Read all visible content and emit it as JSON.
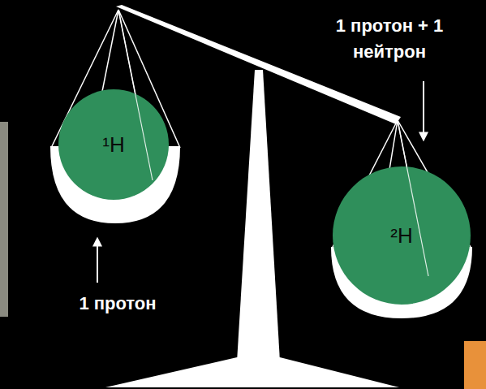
{
  "diagram": {
    "nodes": [
      {
        "text": [
          "¹H"
        ]
      },
      {
        "text": [
          "²H"
        ]
      }
    ],
    "labels": [
      "1 протон + 1 нейтрон",
      "1 протон"
    ]
  }
}
